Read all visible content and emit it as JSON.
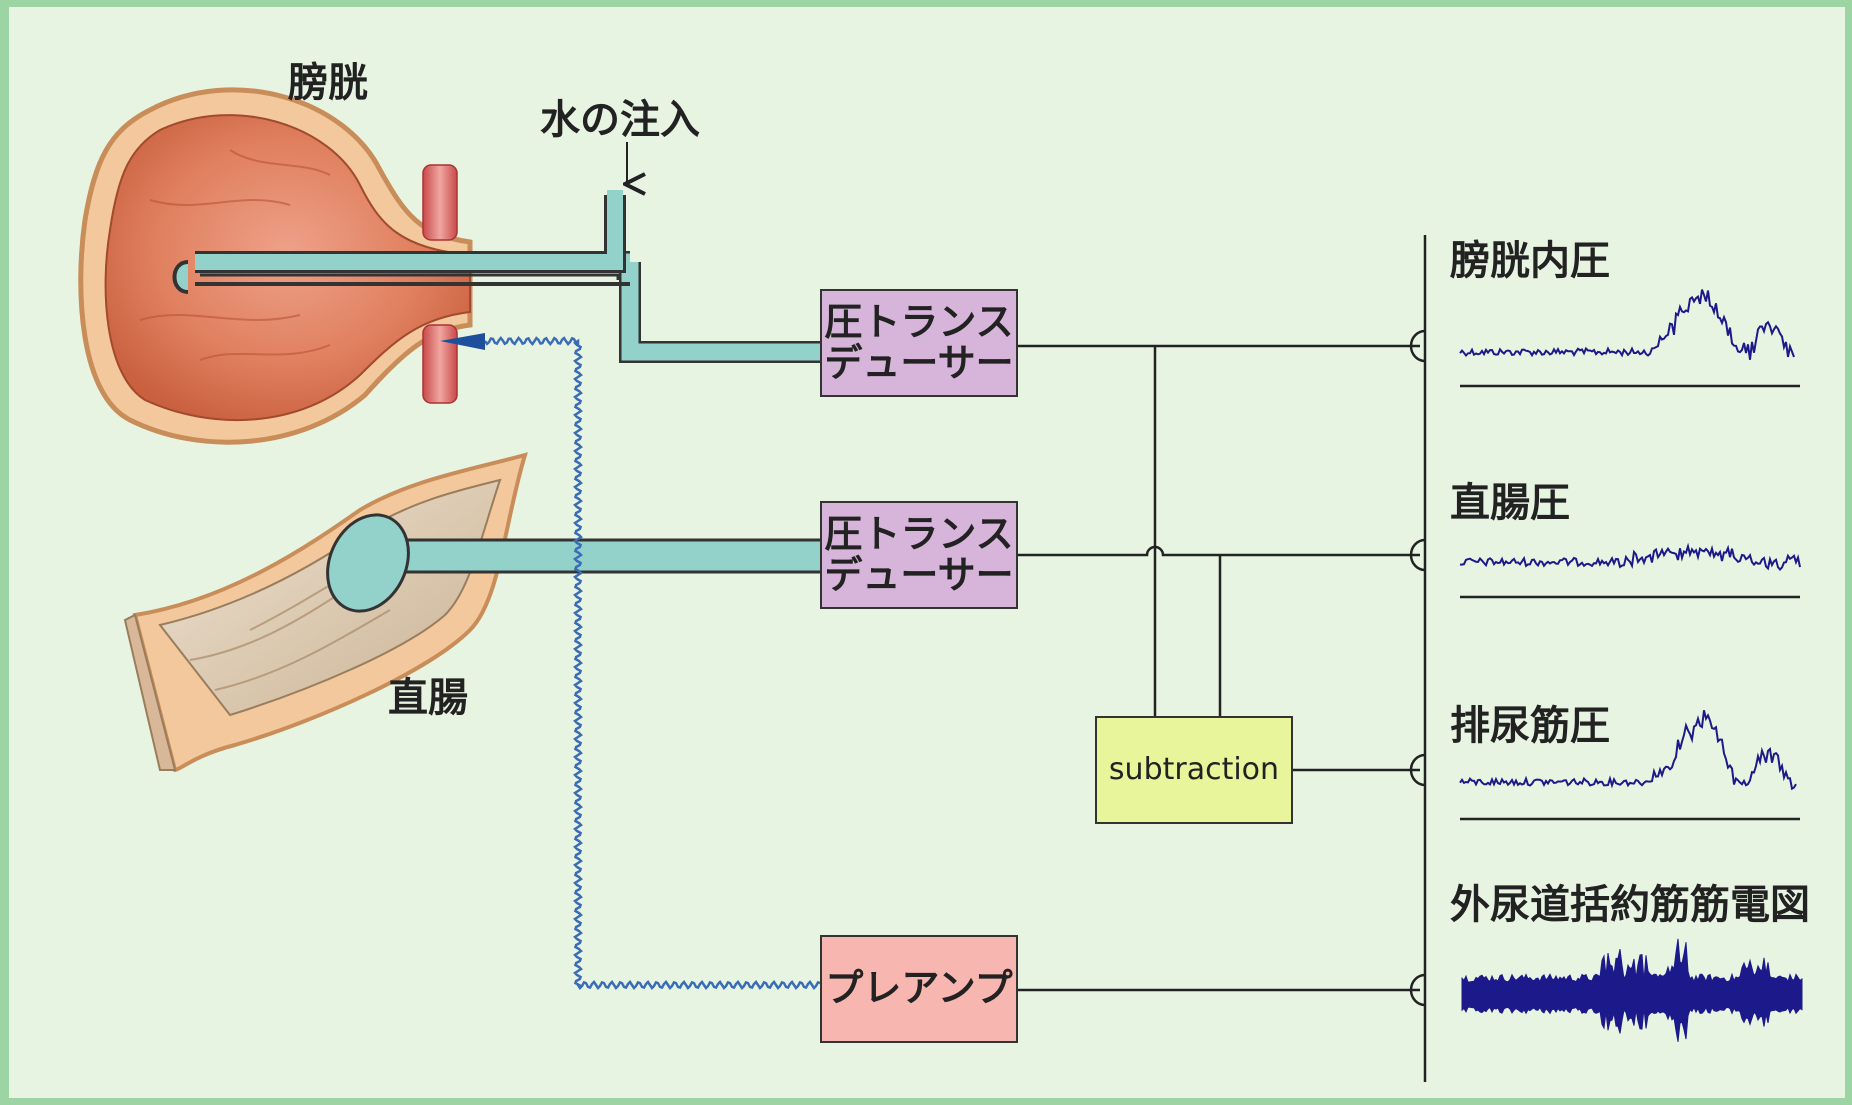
{
  "organs": {
    "bladder_label": "膀胱",
    "rectum_label": "直腸"
  },
  "inputs": {
    "water_injection_label": "水の注入"
  },
  "devices": {
    "transducer_bladder": [
      "圧トランス",
      "デューサー"
    ],
    "transducer_rectum": [
      "圧トランス",
      "デューサー"
    ],
    "subtraction": "subtraction",
    "preamp": "プレアンプ"
  },
  "traces": [
    {
      "label": "膀胱内圧"
    },
    {
      "label": "直腸圧"
    },
    {
      "label": "排尿筋圧"
    },
    {
      "label": "外尿道括約筋筋電図"
    }
  ],
  "colors": {
    "background": "#e8f4e2",
    "border": "#9dd4a4",
    "catheter_fill": "#93d2ca",
    "transducer_box": "#d7b5da",
    "preamp_box": "#f7b6b0",
    "subtraction_box": "#e9f59a",
    "trace": "#1c1a8a",
    "emg_wire": "#3a6db5"
  }
}
